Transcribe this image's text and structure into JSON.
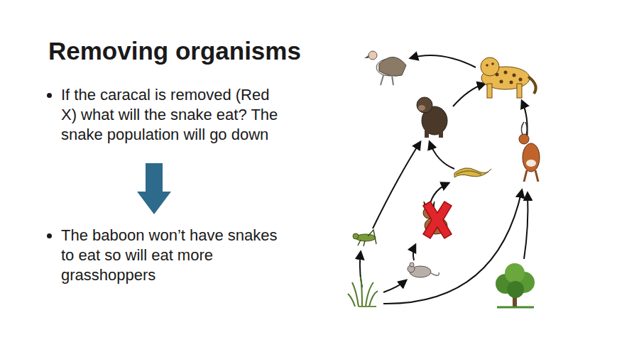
{
  "diagram": {
    "title": "Removing organisms",
    "labels": [
      "If the caracal is removed (Red X) what will the snake eat? The snake population will go down",
      "The baboon won’t have snakes to eat so will eat more grasshoppers"
    ]
  }
}
